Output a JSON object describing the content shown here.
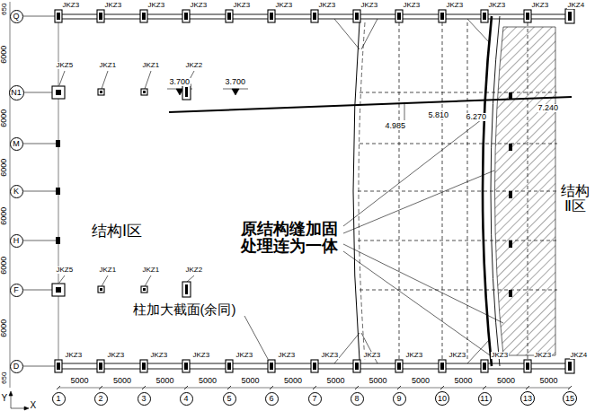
{
  "diagram": {
    "nodes": [
      {
        "text": [
          "Q"
        ]
      },
      {
        "text": [
          "N1"
        ]
      },
      {
        "text": [
          "M"
        ]
      },
      {
        "text": [
          "K"
        ]
      },
      {
        "text": [
          "H"
        ]
      },
      {
        "text": [
          "F"
        ]
      },
      {
        "text": [
          "D"
        ]
      },
      {
        "text": [
          "1"
        ]
      },
      {
        "text": [
          "2"
        ]
      },
      {
        "text": [
          "3"
        ]
      },
      {
        "text": [
          "4"
        ]
      },
      {
        "text": [
          "5"
        ]
      },
      {
        "text": [
          "6"
        ]
      },
      {
        "text": [
          "7"
        ]
      },
      {
        "text": [
          "8"
        ]
      },
      {
        "text": [
          "9"
        ]
      },
      {
        "text": [
          "10"
        ]
      },
      {
        "text": [
          "11"
        ]
      },
      {
        "text": [
          "13"
        ]
      },
      {
        "text": [
          "15"
        ]
      }
    ],
    "labels": [
      "JKZ3",
      "JKZ3",
      "JKZ3",
      "JKZ3",
      "JKZ3",
      "JKZ3",
      "JKZ3",
      "JKZ3",
      "JKZ3",
      "JKZ3",
      "JKZ3",
      "JKZ3",
      "JKZ4",
      "JKZ5",
      "JKZ1",
      "JKZ1",
      "JKZ2",
      "JKZ5",
      "JKZ1",
      "JKZ1",
      "JKZ2",
      "JKZ3",
      "JKZ3",
      "JKZ3",
      "JKZ3",
      "JKZ3",
      "JKZ3",
      "JKZ3",
      "JKZ3",
      "JKZ3",
      "JKZ3",
      "JKZ3",
      "JKZ3",
      "JKZ4",
      "3.700",
      "3.700",
      "4.985",
      "5.810",
      "6.270",
      "7.240",
      "结构Ⅰ区",
      "结构Ⅱ区",
      "原结构缝加固处理连为一体",
      "柱加大截面(余同)",
      "650",
      "650",
      "6000",
      "6000",
      "6000",
      "6000",
      "6000",
      "6000",
      "5000",
      "5000",
      "5000",
      "5000",
      "5000",
      "5000",
      "5000",
      "5000",
      "5000",
      "5000",
      "5000",
      "5000",
      "Y",
      "X"
    ]
  }
}
